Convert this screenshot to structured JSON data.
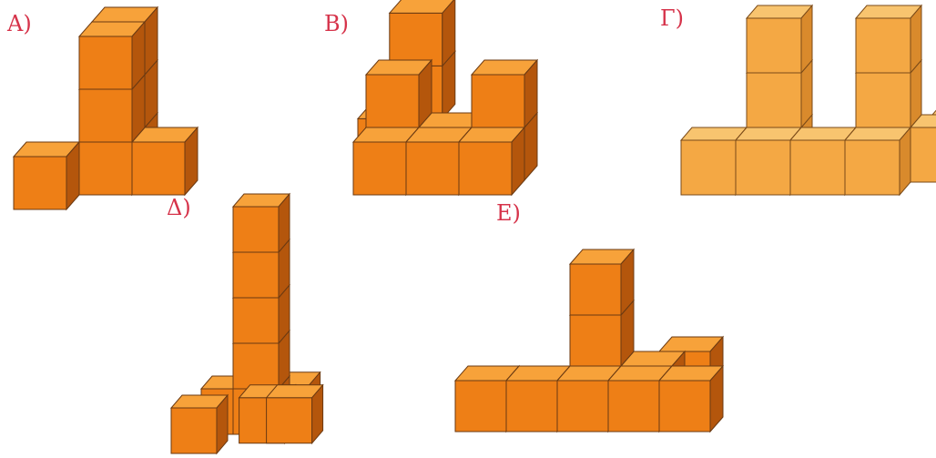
{
  "figures": [
    {
      "id": "a",
      "label": "A)"
    },
    {
      "id": "b",
      "label": "B)"
    },
    {
      "id": "g",
      "label": "Γ)"
    },
    {
      "id": "d",
      "label": "Δ)"
    },
    {
      "id": "e",
      "label": "E)"
    }
  ],
  "colors": {
    "label": "#d6334a",
    "cube_top": "#f7a23a",
    "cube_front": "#ee7f16",
    "cube_side": "#b4560c"
  }
}
